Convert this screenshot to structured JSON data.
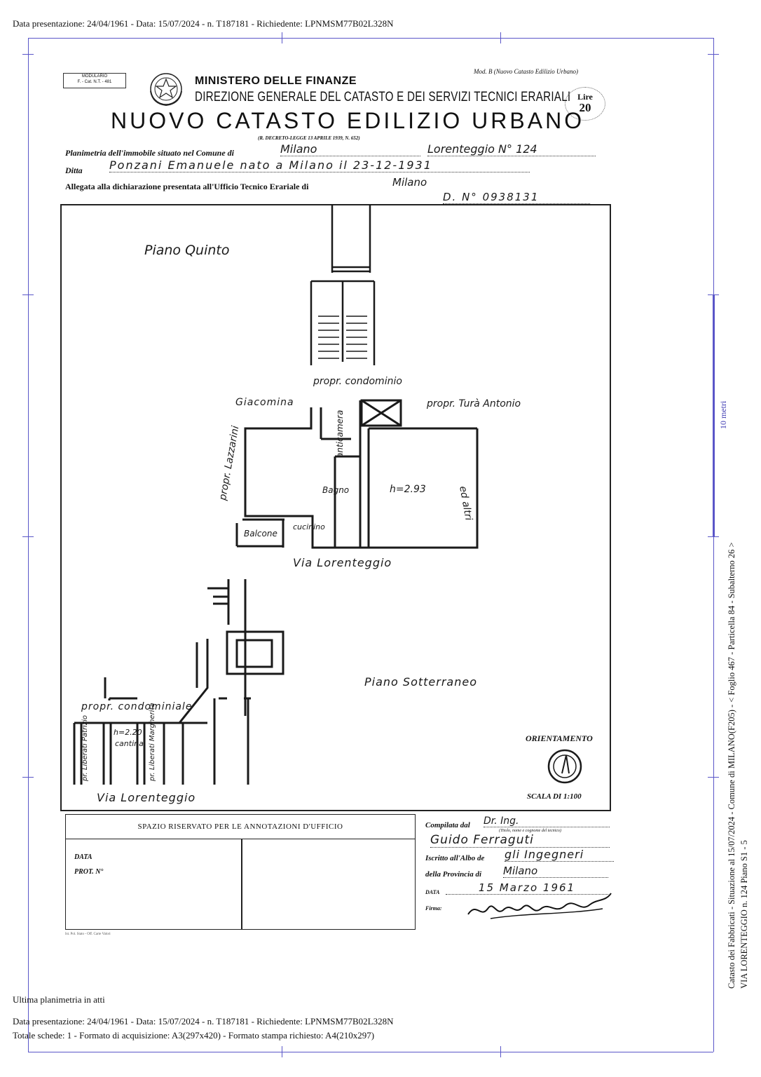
{
  "header": {
    "line": "Data presentazione: 24/04/1961 - Data: 15/07/2024 - n. T187181 - Richiedente: LPNMSM77B02L328N"
  },
  "form": {
    "modulario_label": "MODULARIO",
    "modulario_code": "F. - Cat. N.T. - 481",
    "top_right": "Mod. B (Nuovo Catasto Edilizio Urbano)",
    "ministry": "MINISTERO DELLE FINANZE",
    "direction": "DIREZIONE GENERALE DEL CATASTO E DEI SERVIZI TECNICI ERARIALI",
    "lire_label": "Lire",
    "lire_value": "20",
    "title": "NUOVO CATASTO EDILIZIO URBANO",
    "decree": "(R. DECRETO-LEGGE 13 APRILE 1939, N. 652)",
    "planimetria_label": "Planimetria dell'immobile situato nel Comune di",
    "comune_value": "Milano",
    "via_value": "Lorenteggio N° 124",
    "ditta_label": "Ditta",
    "ditta_value": "Ponzani Emanuele nato a Milano il 23-12-1931",
    "allegata_label": "Allegata alla dichiarazione presentata all'Ufficio Tecnico Erariale di",
    "ufficio_value": "Milano",
    "numero_value": "D. N° 0938131"
  },
  "plan": {
    "piano_quinto": "Piano Quinto",
    "propr_condominio_top": "propr. condominio",
    "giacomina": "Giacomina",
    "propr_lazzarini": "propr. Lazzarini",
    "propr_tura": "propr. Turà Antonio",
    "ed_altri": "ed altri",
    "anticamera": "anticamera",
    "bagno": "Bagno",
    "h_293": "h=2.93",
    "balcone": "Balcone",
    "cucinino": "cucinino",
    "via_lorenteggio_1": "Via Lorenteggio",
    "piano_sotterraneo": "Piano Sotterraneo",
    "propr_condominiale": "propr. condominiale",
    "h_220": "h=2.20",
    "cantina": "cantina",
    "pr_liberati_patrizio": "pr. Liberati Patrizio",
    "pr_liberati_margherita": "pr. Liberati Margherita",
    "via_lorenteggio_2": "Via Lorenteggio",
    "orientamento": "ORIENTAMENTO",
    "scala": "SCALA DI 1:100"
  },
  "office": {
    "spazio": "SPAZIO RISERVATO PER LE ANNOTAZIONI D'UFFICIO",
    "data_label": "DATA",
    "prot_label": "PROT. N°",
    "compilata_label": "Compilata dal",
    "compilata_value": "Dr. Ing.",
    "titolo_note": "(Titolo, nome e cognome del tecnico)",
    "tecnico_name": "Guido Ferraguti",
    "iscritto_label": "Iscritto all'Albo de",
    "albo_value": "gli Ingegneri",
    "provincia_label": "della Provincia di",
    "provincia_value": "Milano",
    "data_label2": "DATA",
    "data_value": "15 Marzo 1961",
    "firma_label": "Firma:",
    "printer_note": "Ist. Pol. Stato - Off. Carte Valori"
  },
  "footer": {
    "ultima": "Ultima planimetria in atti",
    "line1": "Data presentazione: 24/04/1961 - Data: 15/07/2024 - n. T187181 - Richiedente: LPNMSM77B02L328N",
    "line2": "Totale schede: 1 - Formato di acquisizione: A3(297x420)  - Formato stampa richiesto: A4(210x297)"
  },
  "side": {
    "scale_label": "10 metri",
    "cadastre_line1": "Catasto dei Fabbricati - Situazione al 15/07/2024 - Comune di MILANO(F205) - < Foglio 467 - Particella  84 - Subalterno 26 >",
    "cadastre_line2": "VIA LORENTEGGIO n. 124 Piano S1 - 5"
  },
  "colors": {
    "frame": "#5a56c8",
    "ink": "#111111"
  }
}
